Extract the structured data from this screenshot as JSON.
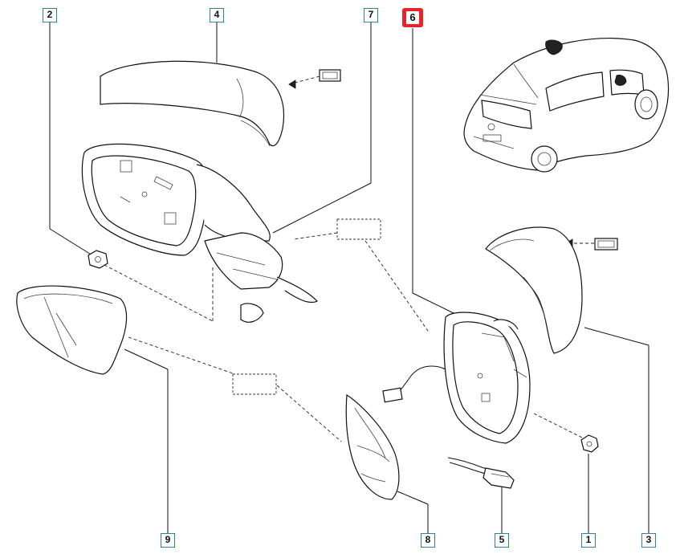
{
  "callouts": [
    {
      "id": "2",
      "label": "2"
    },
    {
      "id": "4",
      "label": "4"
    },
    {
      "id": "7",
      "label": "7"
    },
    {
      "id": "6",
      "label": "6",
      "active": true
    },
    {
      "id": "9",
      "label": "9"
    },
    {
      "id": "8",
      "label": "8"
    },
    {
      "id": "5",
      "label": "5"
    },
    {
      "id": "1",
      "label": "1"
    },
    {
      "id": "3",
      "label": "3"
    }
  ],
  "colors": {
    "callout_border": "#2f7fa8",
    "active_callout": "#e8232b",
    "line": "#111111"
  }
}
